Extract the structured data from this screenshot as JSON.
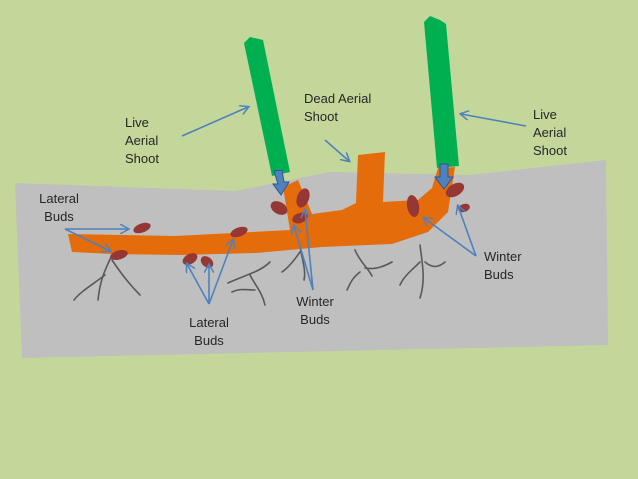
{
  "colors": {
    "background": "#c4d79b",
    "soil": "#bfbfbf",
    "rhizome": "#e46c0a",
    "live_shoot": "#00b050",
    "bud": "#953735",
    "arrow": "#4f81bd",
    "root": "#595959"
  },
  "labels": {
    "live_shoot_left": [
      "Live",
      "Aerial",
      "Shoot"
    ],
    "dead_shoot": [
      "Dead Aerial",
      "Shoot"
    ],
    "live_shoot_right": [
      "Live",
      "Aerial",
      "Shoot"
    ],
    "lateral_left": [
      "Lateral",
      "Buds"
    ],
    "lateral_bottom": [
      "Lateral",
      "Buds"
    ],
    "winter_center": [
      "Winter",
      "Buds"
    ],
    "winter_right": [
      "Winter",
      "Buds"
    ]
  }
}
